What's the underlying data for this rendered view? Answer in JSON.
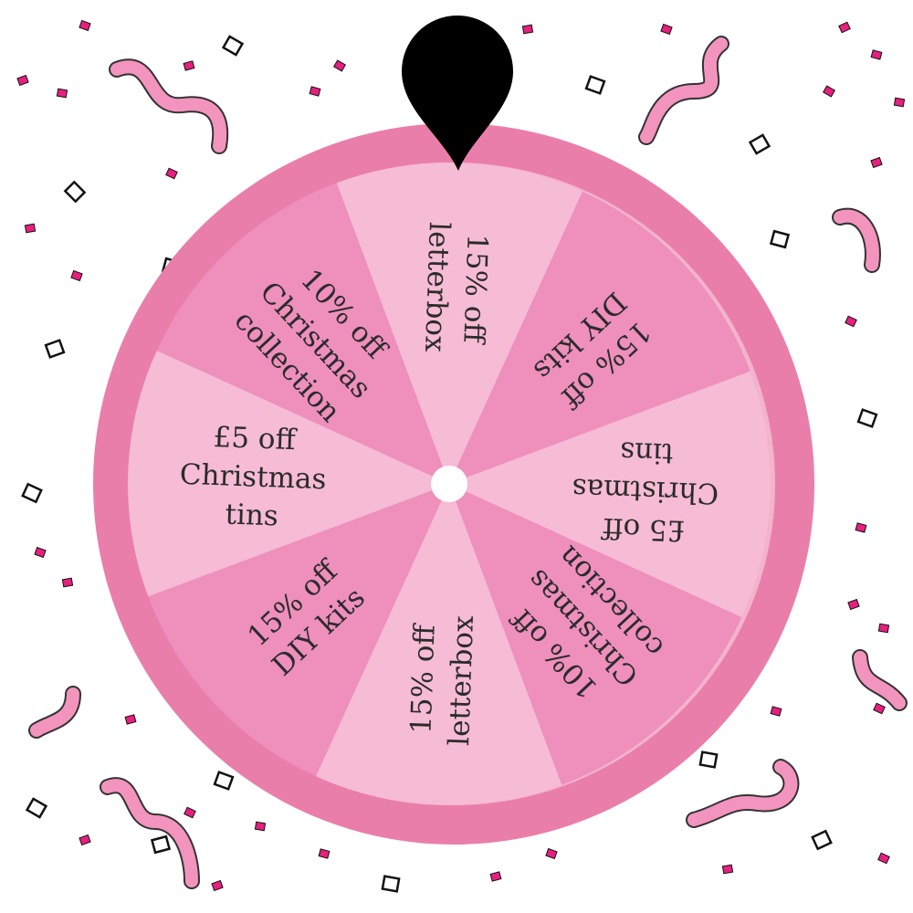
{
  "wheel": {
    "segments": [
      {
        "lines": [
          "15% off",
          "letterbox"
        ]
      },
      {
        "lines": [
          "15% off",
          "DIY kits"
        ]
      },
      {
        "lines": [
          "£5 off",
          "Christmas",
          "tins"
        ]
      },
      {
        "lines": [
          "10% off",
          "Christmas",
          "collection"
        ]
      },
      {
        "lines": [
          "15% off",
          "letterbox"
        ]
      },
      {
        "lines": [
          "15% off",
          "DIY kits"
        ]
      },
      {
        "lines": [
          "£5 off",
          "Christmas",
          "tins"
        ]
      },
      {
        "lines": [
          "10% off",
          "Christmas",
          "collection"
        ]
      }
    ],
    "segment_colors": [
      "#f6bbd5",
      "#ee8fbc"
    ],
    "rim_color": "#ea7eab",
    "rim_inner_color": "#f4b3cc",
    "hub_color": "#ffffff",
    "pointer_color": "#000000",
    "pointer_icon": "map-pin-pointer-icon"
  },
  "decoration": {
    "confetti_color": "#e5207e",
    "ribbon_color": "#f394bf"
  }
}
